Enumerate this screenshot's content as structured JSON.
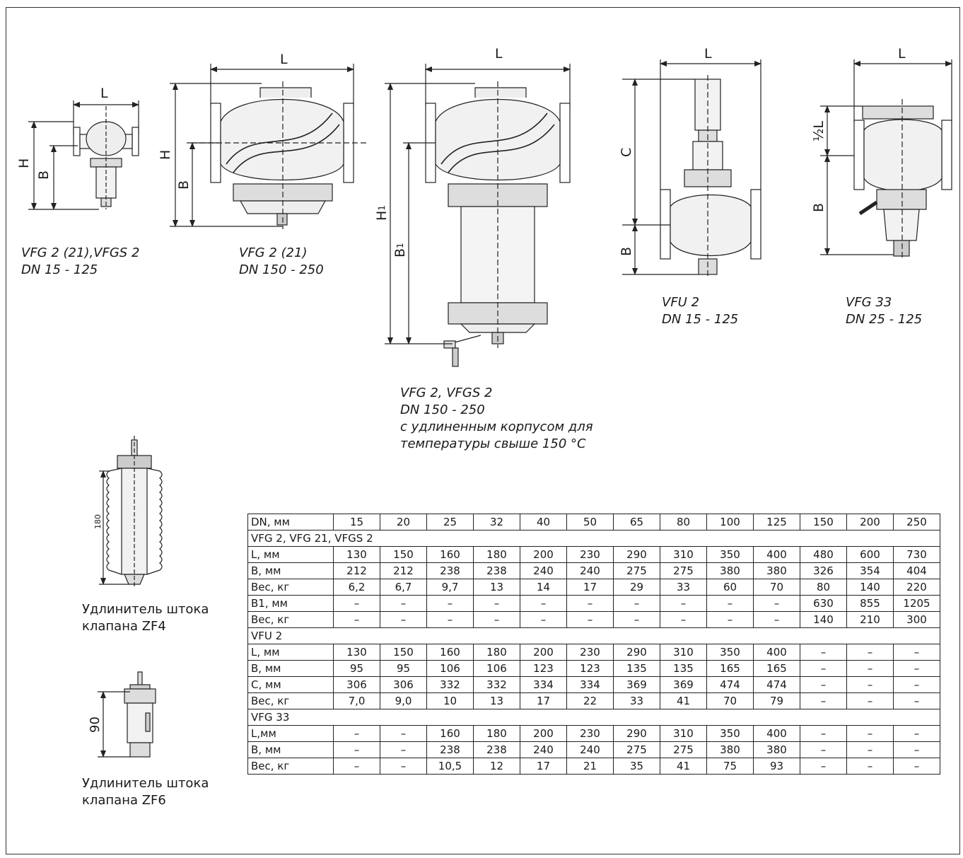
{
  "drawings": {
    "d1": {
      "dims": [
        "L",
        "H",
        "B"
      ],
      "caption": [
        "VFG 2 (21),VFGS 2",
        "DN 15 - 125"
      ]
    },
    "d2": {
      "dims": [
        "L",
        "H",
        "B"
      ],
      "caption": [
        "VFG 2 (21)",
        "DN 150 - 250"
      ]
    },
    "d3": {
      "dims": [
        "L",
        "H",
        "1",
        "B",
        "1"
      ],
      "caption": [
        "VFG 2, VFGS 2",
        "DN 150 - 250",
        "с удлиненным корпусом для",
        "температуры свыше 150 °C"
      ]
    },
    "d4": {
      "dims": [
        "L",
        "C",
        "B"
      ],
      "caption": [
        "VFU 2",
        "DN 15 - 125"
      ]
    },
    "d5": {
      "dims": [
        "L",
        "½L",
        "B"
      ],
      "caption": [
        "VFG 33",
        "DN 25 - 125"
      ]
    },
    "zf4": {
      "dim": "180",
      "caption": [
        "Удлинитель штока",
        "клапана ZF4"
      ]
    },
    "zf6": {
      "dim": "90",
      "caption": [
        "Удлинитель штока",
        "клапана ZF6"
      ]
    }
  },
  "table": {
    "header": {
      "label": "DN, мм",
      "values": [
        "15",
        "20",
        "25",
        "32",
        "40",
        "50",
        "65",
        "80",
        "100",
        "125",
        "150",
        "200",
        "250"
      ]
    },
    "groups": [
      {
        "title": "VFG 2, VFG 21, VFGS 2",
        "rows": [
          {
            "label": "L, мм",
            "values": [
              "130",
              "150",
              "160",
              "180",
              "200",
              "230",
              "290",
              "310",
              "350",
              "400",
              "480",
              "600",
              "730"
            ]
          },
          {
            "label": "B, мм",
            "values": [
              "212",
              "212",
              "238",
              "238",
              "240",
              "240",
              "275",
              "275",
              "380",
              "380",
              "326",
              "354",
              "404"
            ]
          },
          {
            "label": "Вес, кг",
            "values": [
              "6,2",
              "6,7",
              "9,7",
              "13",
              "14",
              "17",
              "29",
              "33",
              "60",
              "70",
              "80",
              "140",
              "220"
            ]
          },
          {
            "label": "B1, мм",
            "values": [
              "–",
              "–",
              "–",
              "–",
              "–",
              "–",
              "–",
              "–",
              "–",
              "–",
              "630",
              "855",
              "1205"
            ]
          },
          {
            "label": "Вес, кг",
            "values": [
              "–",
              "–",
              "–",
              "–",
              "–",
              "–",
              "–",
              "–",
              "–",
              "–",
              "140",
              "210",
              "300"
            ]
          }
        ]
      },
      {
        "title": "VFU 2",
        "rows": [
          {
            "label": "L, мм",
            "values": [
              "130",
              "150",
              "160",
              "180",
              "200",
              "230",
              "290",
              "310",
              "350",
              "400",
              "–",
              "–",
              "–"
            ]
          },
          {
            "label": "B, мм",
            "values": [
              "95",
              "95",
              "106",
              "106",
              "123",
              "123",
              "135",
              "135",
              "165",
              "165",
              "–",
              "–",
              "–"
            ]
          },
          {
            "label": "C, мм",
            "values": [
              "306",
              "306",
              "332",
              "332",
              "334",
              "334",
              "369",
              "369",
              "474",
              "474",
              "–",
              "–",
              "–"
            ]
          },
          {
            "label": "Вес, кг",
            "values": [
              "7,0",
              "9,0",
              "10",
              "13",
              "17",
              "22",
              "33",
              "41",
              "70",
              "79",
              "–",
              "–",
              "–"
            ]
          }
        ]
      },
      {
        "title": "VFG 33",
        "rows": [
          {
            "label": "L,мм",
            "values": [
              "–",
              "–",
              "160",
              "180",
              "200",
              "230",
              "290",
              "310",
              "350",
              "400",
              "–",
              "–",
              "–"
            ]
          },
          {
            "label": "B, мм",
            "values": [
              "–",
              "–",
              "238",
              "238",
              "240",
              "240",
              "275",
              "275",
              "380",
              "380",
              "–",
              "–",
              "–"
            ]
          },
          {
            "label": "Вес, кг",
            "values": [
              "–",
              "–",
              "10,5",
              "12",
              "17",
              "21",
              "35",
              "41",
              "75",
              "93",
              "–",
              "–",
              "–"
            ]
          }
        ]
      }
    ]
  }
}
